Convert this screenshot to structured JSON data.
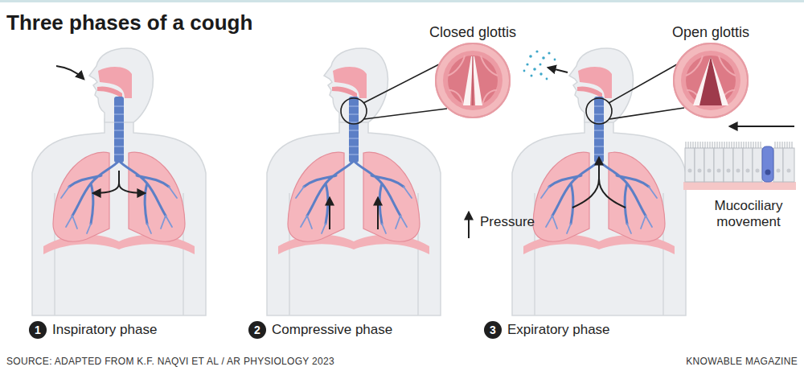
{
  "diagram": {
    "title": "Three phases of a cough",
    "caption": "SOURCE: ADAPTED FROM K.F. NAQVI ET AL / AR PHYSIOLOGY 2023",
    "nodes": [
      {
        "text": [
          "1",
          "Inspiratory phase"
        ]
      },
      {
        "text": [
          "2",
          "Compressive phase"
        ]
      },
      {
        "text": [
          "3",
          "Expiratory phase"
        ]
      }
    ],
    "labels": [
      "Closed glottis",
      "Pressure",
      "Open glottis",
      "Mucociliary movement",
      "KNOWABLE MAGAZINE"
    ]
  }
}
